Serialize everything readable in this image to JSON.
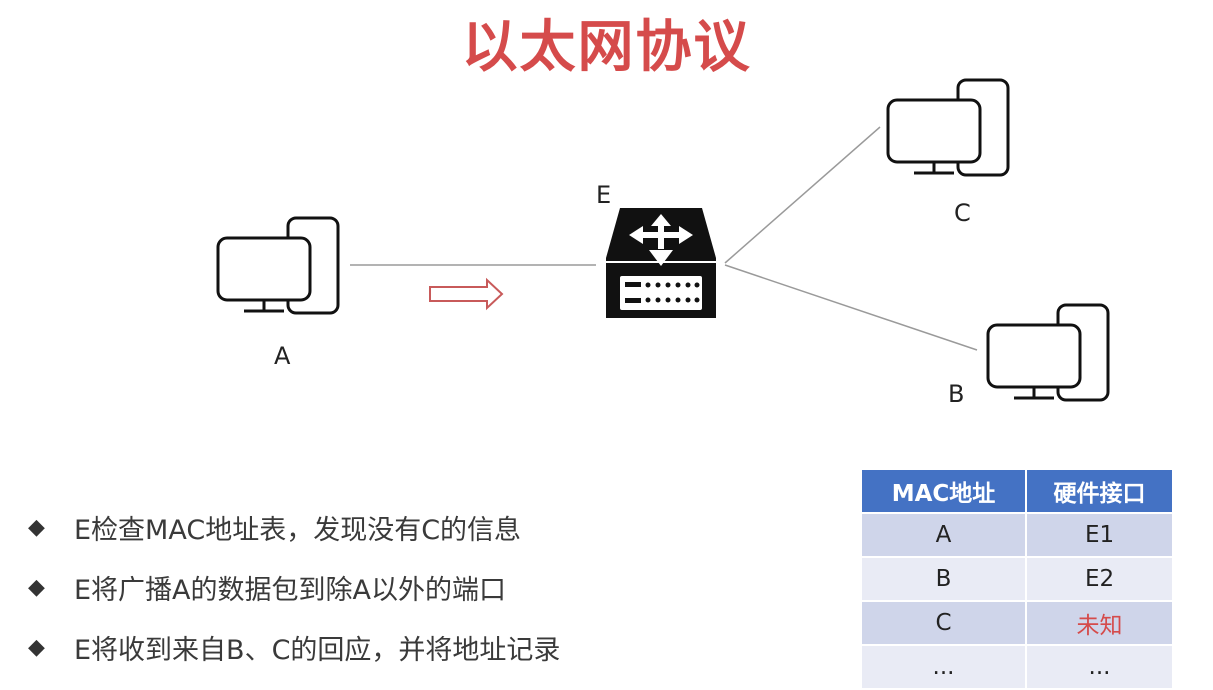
{
  "title": "以太网协议",
  "nodes": {
    "a": "A",
    "b": "B",
    "c": "C",
    "e": "E"
  },
  "bullets": [
    "E检查MAC地址表，发现没有C的信息",
    "E将广播A的数据包到除A以外的端口",
    "E将收到来自B、C的回应，并将地址记录"
  ],
  "bullet_icon": "diamond-icon",
  "table": {
    "headers": [
      "MAC地址",
      "硬件接口"
    ],
    "rows": [
      [
        "A",
        "E1"
      ],
      [
        "B",
        "E2"
      ],
      [
        "C",
        "未知"
      ],
      [
        "...",
        "..."
      ]
    ]
  },
  "colors": {
    "title": "#d54b4b",
    "table_header": "#4472c4",
    "table_row_odd": "#cfd5ea",
    "table_row_even": "#e9ebf5",
    "unknown_text": "#d54b4b",
    "arrow": "#c85a5a"
  }
}
